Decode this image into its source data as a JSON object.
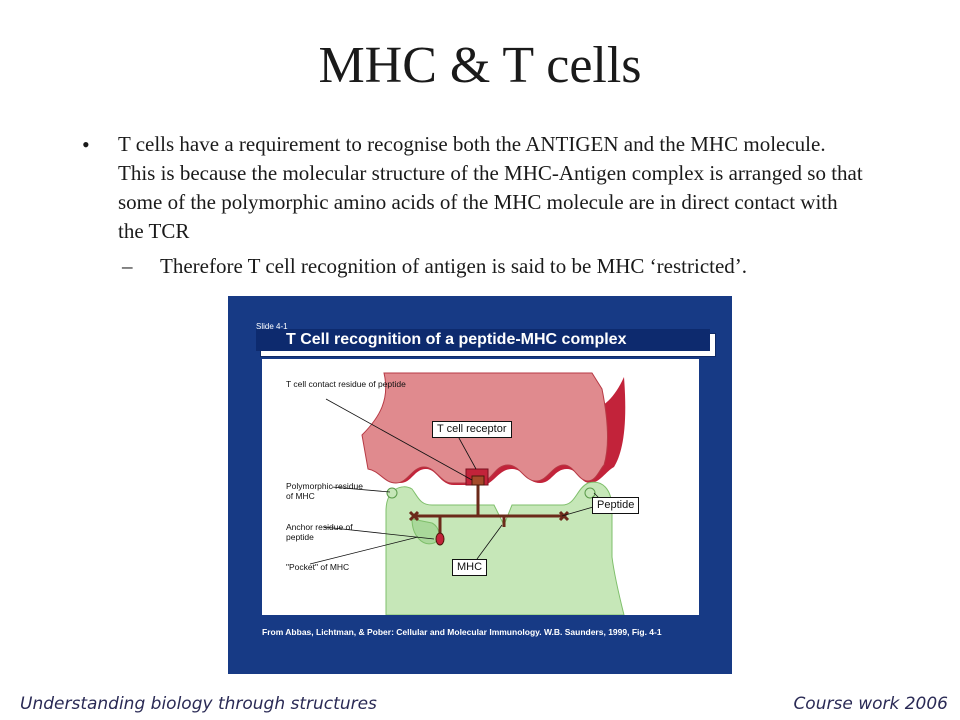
{
  "slide": {
    "title": "MHC & T cells",
    "bullet_symbol": "•",
    "bullet_text": "T cells have a requirement to recognise both the ANTIGEN and the MHC molecule.  This is because the molecular structure of the MHC-Antigen complex is arranged so that some of the polymorphic amino acids of the MHC molecule are in direct contact with the TCR",
    "sub_dash": "–",
    "sub_text": "Therefore T cell recognition of antigen is said to be MHC ‘restricted’."
  },
  "figure": {
    "slide_label": "Slide 4-1",
    "banner": "T Cell recognition of a peptide-MHC complex",
    "labels": {
      "tcell_contact": "T cell contact residue of peptide",
      "polymorphic": "Polymorphic residue of MHC",
      "anchor": "Anchor residue of peptide",
      "pocket": "\"Pocket\" of MHC"
    },
    "boxes": {
      "tcr": "T cell receptor",
      "peptide": "Peptide",
      "mhc": "MHC"
    },
    "credit": "From Abbas, Lichtman, & Pober: Cellular and Molecular Immunology. W.B. Saunders, 1999, Fig. 4-1",
    "colors": {
      "background": "#173a85",
      "tcr_fill": "#e08a8e",
      "tcr_edge": "#c2233a",
      "mhc_fill": "#c6e7b8",
      "peptide": "#6b2a1a"
    }
  },
  "footer": {
    "left": "Understanding biology through structures",
    "right": "Course work 2006"
  }
}
